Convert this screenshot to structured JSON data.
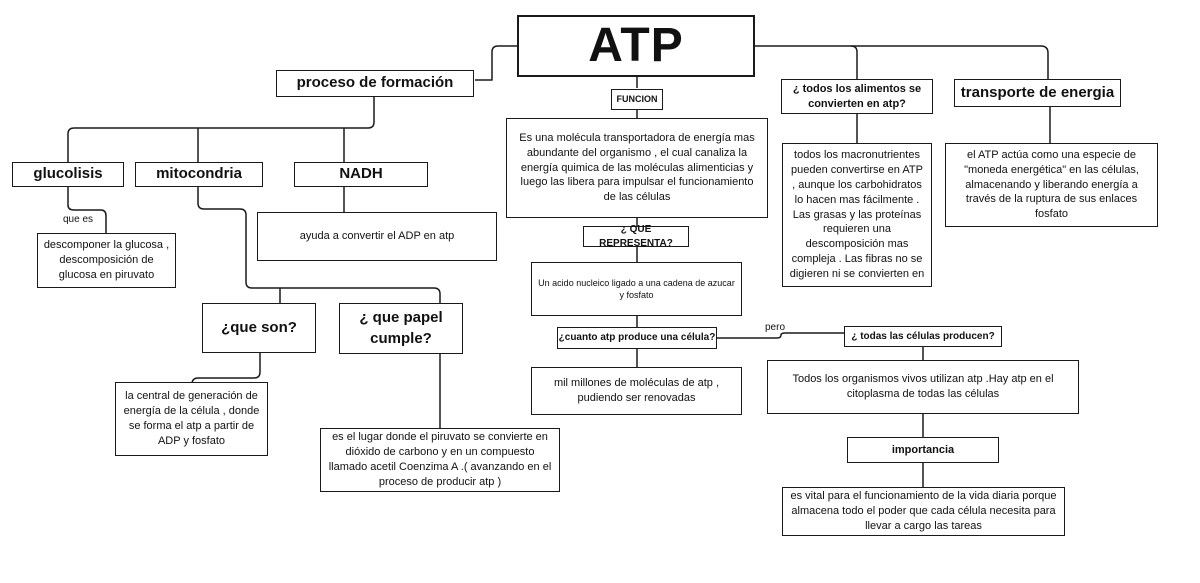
{
  "title": "ATP",
  "nodes": {
    "proceso": "proceso de formación",
    "funcion": "FUNCION",
    "alimentos_q": "¿ todos los alimentos se convierten en atp?",
    "transporte": "transporte de energia",
    "glucolisis": "glucolisis",
    "mitocondria": "mitocondria",
    "nadh": "NADH",
    "funcion_text": "Es una molécula transportadora de energía mas abundante del organismo , el cual canaliza la energía quimica de las moléculas alimenticias y luego las libera para impulsar el funcionamiento de las células",
    "alimentos_text": "todos los macronutrientes pueden convertirse en ATP , aunque los carbohidratos lo hacen mas fácilmente . Las grasas y las proteínas requieren una descomposición mas compleja . Las fibras no se digieren ni se convierten en",
    "transporte_text": "el ATP actúa como una especie de \"moneda energética\" en las células, almacenando y liberando energía a través de la ruptura de sus enlaces fosfato",
    "que_es_label": "que es",
    "glucolisis_text": "descomponer la glucosa , descomposición de glucosa en piruvato",
    "nadh_text": "ayuda a convertir el ADP en atp",
    "representa_q": "¿ QUE REPRESENTA?",
    "representa_text": "Un acido nucleico ligado a una cadena de azucar y fosfato",
    "cuanto_q": "¿cuanto atp produce una célula?",
    "pero_label": "pero",
    "todas_q": "¿ todas las células producen?",
    "cuanto_text": "mil millones de moléculas de atp , pudiendo ser renovadas",
    "todas_text": "Todos los organismos vivos utilizan atp .Hay atp en el citoplasma de todas las células",
    "que_son": "¿que son?",
    "que_papel": "¿ que papel cumple?",
    "que_son_text": "la central de generación de energía de la célula , donde se forma el atp a partir de ADP y fosfato",
    "que_papel_text": "es el lugar donde el piruvato se convierte en dióxido de carbono y en un compuesto llamado acetil Coenzima A .( avanzando en el proceso de producir atp )",
    "importancia": "importancia",
    "importancia_text": "es vital para el funcionamiento de la vida diaria porque almacena todo el poder que cada célula necesita para llevar a cargo las tareas"
  }
}
